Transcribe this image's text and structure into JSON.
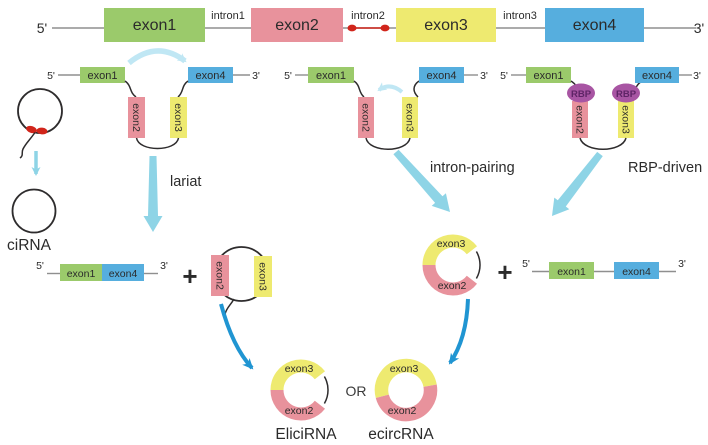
{
  "colors": {
    "exon1": "#9bca6b",
    "exon2": "#e8929c",
    "exon3": "#eeea70",
    "exon4": "#56aede",
    "rbp": "#a855a3",
    "red": "#d1251b",
    "arrow_cyan": "#8ed4e6",
    "arrow_light": "#c0e7f4",
    "arrow_blue": "#2095d2",
    "plus": "#1a7c40"
  },
  "labels": {
    "five_prime": "5'",
    "three_prime": "3'",
    "plus": "+",
    "or": "OR"
  },
  "exons": {
    "exon1": "exon1",
    "exon2": "exon2",
    "exon3": "exon3",
    "exon4": "exon4"
  },
  "introns": {
    "intron1": "intron1",
    "intron2": "intron2",
    "intron3": "intron3"
  },
  "rbp": "RBP",
  "pathways": {
    "lariat": "lariat",
    "intron_pairing": "intron-pairing",
    "rbp_driven": "RBP-driven"
  },
  "products": {
    "cirna": "ciRNA",
    "elicirna": "EliciRNA",
    "ecircrna": "ecircRNA"
  }
}
